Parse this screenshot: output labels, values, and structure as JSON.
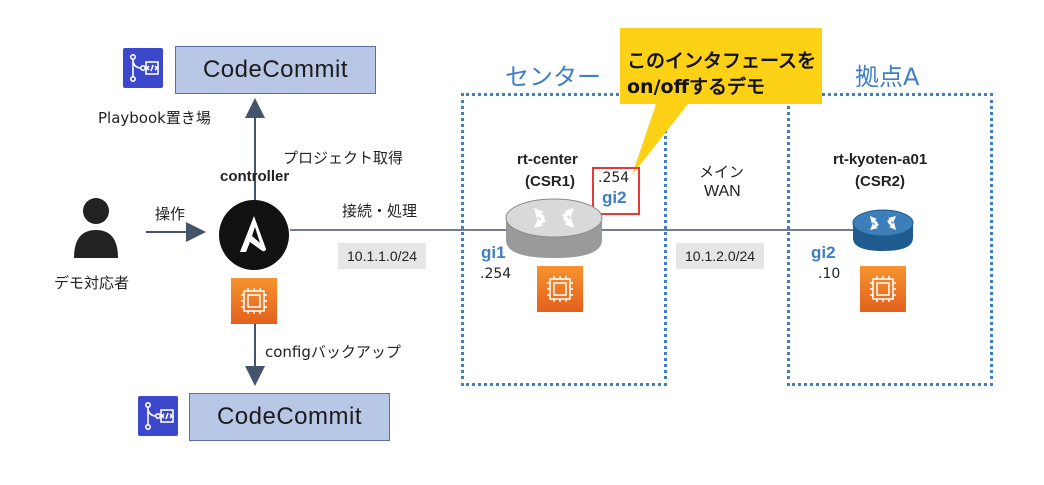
{
  "codecommit_top": {
    "label": "CodeCommit"
  },
  "codecommit_bottom": {
    "label": "CodeCommit"
  },
  "playbook_label": "Playbook置き場",
  "project_fetch_label": "プロジェクト取得",
  "controller_label": "controller",
  "operate_label": "操作",
  "demo_user_label": "デモ対応者",
  "connect_label": "接続・処理",
  "subnet1": "10.1.1.0/24",
  "subnet2": "10.1.2.0/24",
  "config_backup_label": "configバックアップ",
  "center_site_label": "センター",
  "kyoten_site_label": "拠点A",
  "callout": {
    "line1": "このインタフェースを",
    "line2": "on/offするデモ"
  },
  "rt_center": {
    "name": "rt-center",
    "model": "(CSR1)",
    "gi1": "gi1",
    "gi1_addr": ".254",
    "gi2": "gi2",
    "gi2_addr": ".254"
  },
  "main_wan": {
    "line1": "メイン",
    "line2": "WAN"
  },
  "rt_kyoten": {
    "name": "rt-kyoten-a01",
    "model": "(CSR2)",
    "gi2": "gi2",
    "gi2_addr": ".10"
  },
  "colors": {
    "site_border": "#3f7fc4",
    "codecommit_fill": "#b9c7e6",
    "codecommit_icon": "#3b48cc",
    "ec2_orange": "#f0812a",
    "callout_yellow": "#fcd116",
    "highlight_red": "#e53935"
  }
}
